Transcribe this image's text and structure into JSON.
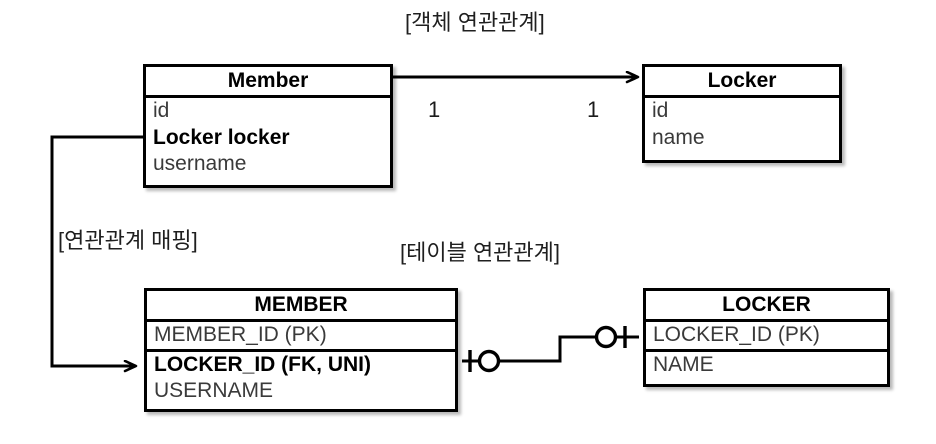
{
  "diagram": {
    "title_object_relation": "[객체 연관관계]",
    "title_mapping": "[연관관계 매핑]",
    "title_table_relation": "[테이블 연관관계]",
    "line_color": "#000000",
    "box_fill": "#ffffff",
    "text_color": "#3a3a3a"
  },
  "object_model": {
    "member": {
      "name": "Member",
      "fields": [
        {
          "label": "id",
          "bold": false
        },
        {
          "label": "Locker locker",
          "bold": true
        },
        {
          "label": "username",
          "bold": false
        }
      ]
    },
    "locker": {
      "name": "Locker",
      "fields": [
        {
          "label": "id",
          "bold": false
        },
        {
          "label": "name",
          "bold": false
        }
      ]
    },
    "multiplicity_source": "1",
    "multiplicity_target": "1"
  },
  "table_model": {
    "member_table": {
      "name": "MEMBER",
      "columns": [
        {
          "label": "MEMBER_ID (PK)",
          "bold": false
        },
        {
          "label": "LOCKER_ID (FK, UNI)",
          "bold": true
        },
        {
          "label": "USERNAME",
          "bold": false
        }
      ]
    },
    "locker_table": {
      "name": "LOCKER",
      "columns": [
        {
          "label": "LOCKER_ID (PK)",
          "bold": false
        },
        {
          "label": "NAME",
          "bold": false
        }
      ]
    },
    "relationship_notation": "zero-or-one-to-zero-or-one"
  }
}
